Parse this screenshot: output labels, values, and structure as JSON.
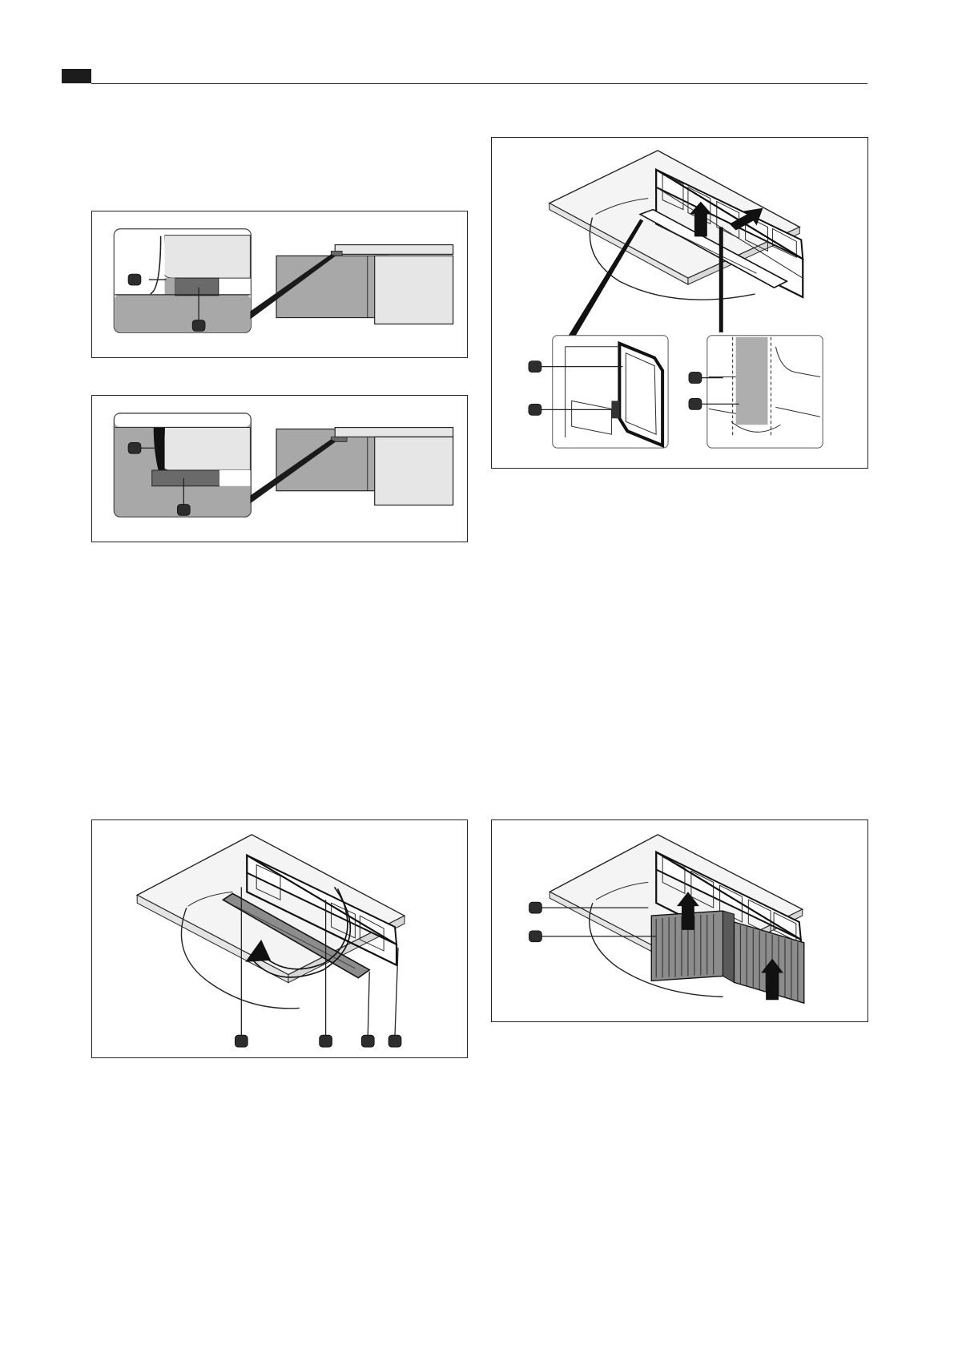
{
  "document": {
    "page_text": []
  },
  "figures": [
    {
      "id": "seal-detail-correct",
      "callouts": 2
    },
    {
      "id": "seal-detail-incorrect",
      "callouts": 2
    },
    {
      "id": "filter-cover-removal",
      "callouts": 4
    },
    {
      "id": "filter-cover-swing",
      "callouts": 4
    },
    {
      "id": "filter-insert",
      "callouts": 2
    }
  ],
  "colors": {
    "ink": "#1c1c1c",
    "panel_grey": "#a8a8a8",
    "light_grey": "#e6e6e6",
    "seal_dark": "#6a6a6a",
    "filter_grey": "#8c8c8c"
  }
}
